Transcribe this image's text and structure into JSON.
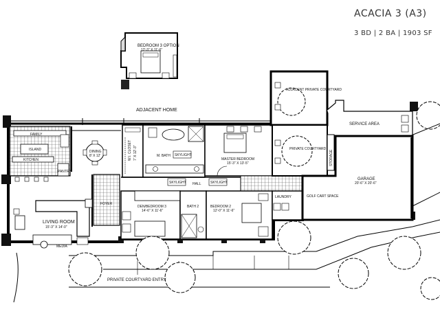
{
  "header": {
    "title": "ACACIA 3 (A3)",
    "specs": "3 BD | 2 BA | 1903 SF"
  },
  "plan": {
    "option": {
      "name": "BEDROOM 3 OPTION",
      "dim": "12'-3\" X 11'-6\""
    },
    "adjacent_home": "ADJACENT HOME",
    "adjacent_private_courtyard": "ADJACENT PRIVATE COURTYARD",
    "private_courtyard": "PRIVATE COURTYARD",
    "service_area": "SERVICE AREA",
    "storage": "STORAGE",
    "garage": {
      "name": "GARAGE",
      "dim": "20'-6\" X 20'-6\""
    },
    "golf_cart": "GOLF CART SPACE",
    "family": "FAMILY",
    "island": "ISLAND",
    "kitchen": "KITCHEN",
    "pantry": "PANTRY",
    "dining": {
      "name": "DINING",
      "dim": "8' X 12'"
    },
    "living": {
      "name": "LIVING ROOM",
      "dim": "15'-3\" X 14'-0\""
    },
    "media": "MEDIA",
    "foyer": "FOYER",
    "wi_closet": {
      "name": "W.I. CLOSET",
      "dim": "7' X 12'-3\""
    },
    "m_bath": "M. BATH",
    "skylight": "SKYLIGHT",
    "master": {
      "name": "MASTER BEDROOM",
      "dim": "15'-3\" X 13'-5\""
    },
    "hall": "HALL",
    "den": {
      "name": "DEN/BEDROOM 3",
      "dim": "14'-6\" X 11'-6\""
    },
    "bath2": "BATH 2",
    "bed2": {
      "name": "BEDROOM 2",
      "dim": "12'-0\" X 11'-6\""
    },
    "laundry": "LAUNDRY",
    "entry": "PRIVATE COURTYARD ENTRY"
  }
}
